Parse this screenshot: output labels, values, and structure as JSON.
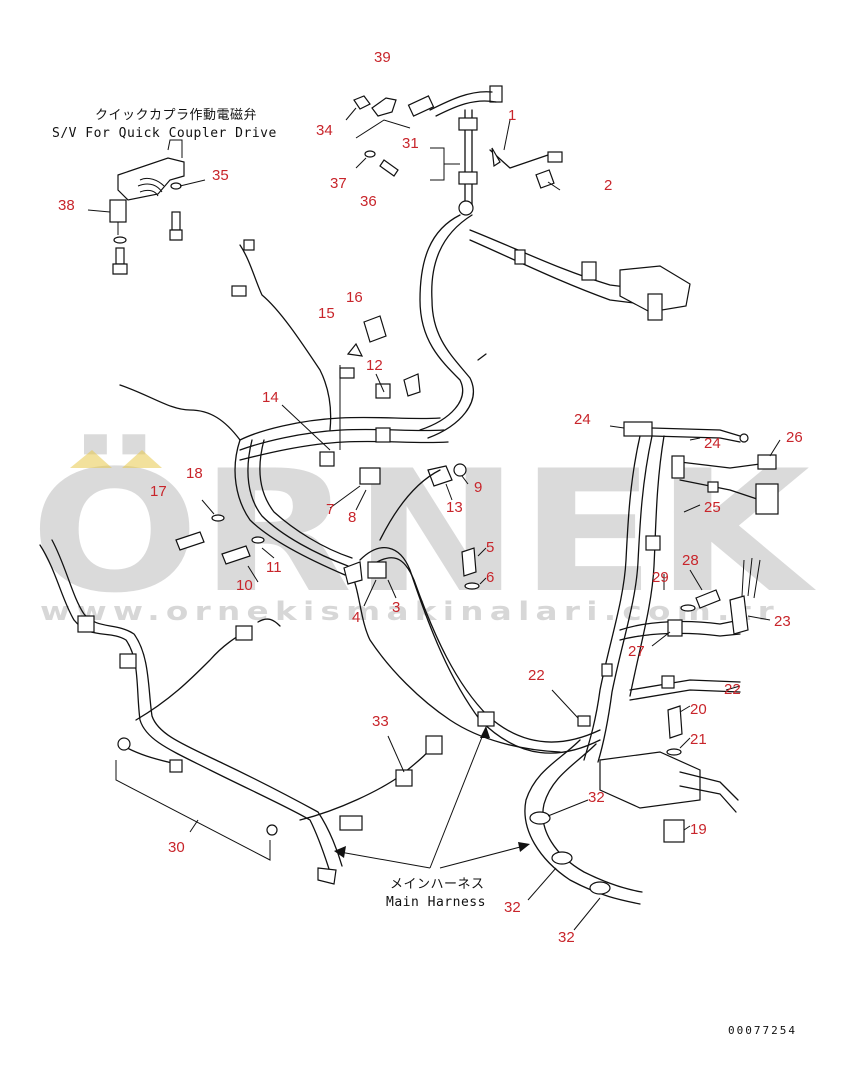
{
  "captions": {
    "quick_coupler_jp": "クイックカプラ作動電磁弁",
    "quick_coupler_en": "S/V For Quick Coupler Drive",
    "main_harness_jp": "メインハーネス",
    "main_harness_en": "Main Harness"
  },
  "document_number": "00077254",
  "watermark": {
    "brand": "ÖRNEK",
    "url": "www.ornekismakinalari.com.tr",
    "color": "#bdbdbd",
    "accent_color": "#e8c84a"
  },
  "callout_color": "#c8252b",
  "callouts": {
    "c39": "39",
    "c34": "34",
    "c31": "31",
    "c1": "1",
    "c2": "2",
    "c37": "37",
    "c36": "36",
    "c35": "35",
    "c38": "38",
    "c16": "16",
    "c15": "15",
    "c12": "12",
    "c14": "14",
    "c24a": "24",
    "c24b": "24",
    "c26": "26",
    "c25": "25",
    "c18": "18",
    "c17": "17",
    "c9": "9",
    "c13": "13",
    "c7": "7",
    "c8": "8",
    "c5": "5",
    "c6": "6",
    "c10": "10",
    "c11": "11",
    "c3": "3",
    "c4": "4",
    "c28": "28",
    "c29": "29",
    "c23": "23",
    "c27": "27",
    "c22a": "22",
    "c22b": "22",
    "c20": "20",
    "c21": "21",
    "c19": "19",
    "c33": "33",
    "c30": "30",
    "c32a": "32",
    "c32b": "32",
    "c32c": "32"
  }
}
